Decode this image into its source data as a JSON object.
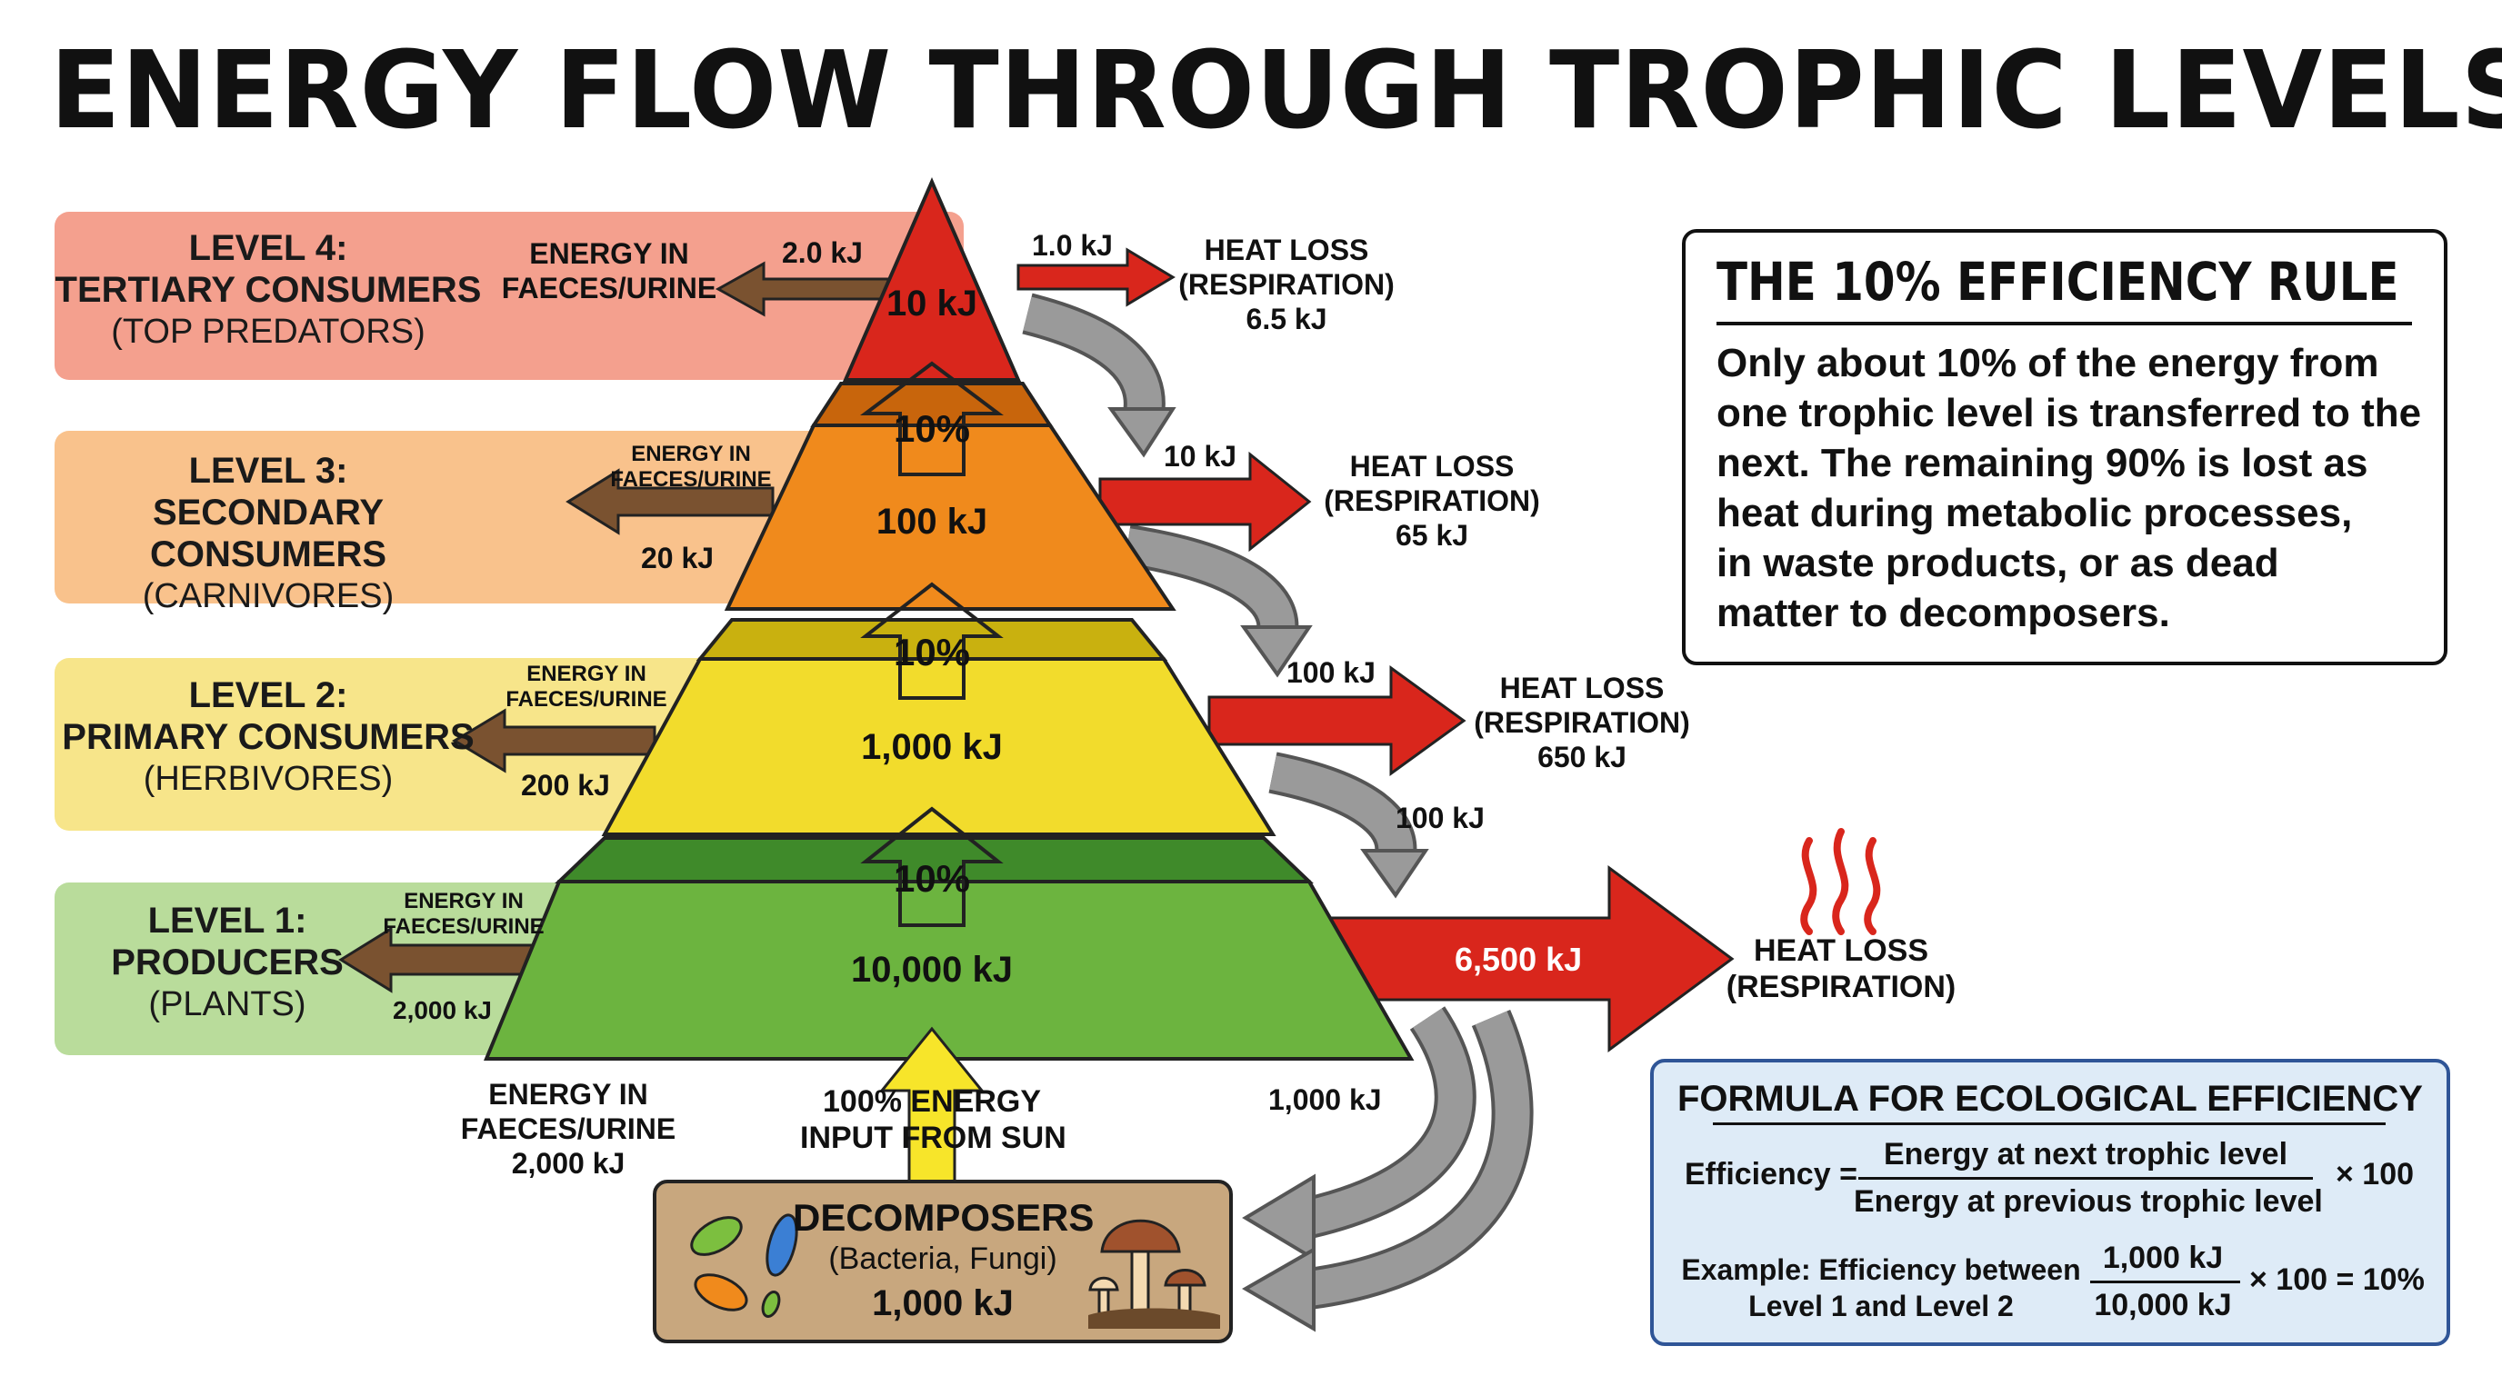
{
  "title": "ENERGY FLOW THROUGH TROPHIC LEVELS",
  "levels": [
    {
      "name": "LEVEL 4:",
      "role": "TERTIARY CONSUMERS",
      "sub": "(TOP PREDATORS)",
      "energy": "10 kJ",
      "faeces_label": "ENERGY IN FAECES/URINE",
      "faeces_value": "2.0 kJ",
      "heat_value": "1.0 kJ",
      "heat_label_1": "HEAT LOSS",
      "heat_label_2": "(RESPIRATION)",
      "heat_total": "6.5 kJ",
      "color": "#f4a08e"
    },
    {
      "name": "LEVEL 3:",
      "role": "SECONDARY CONSUMERS",
      "sub": "(CARNIVORES)",
      "energy": "100 kJ",
      "faeces_label_1": "ENERGY IN",
      "faeces_label_2": "FAECES/URINE",
      "faeces_value": "20 kJ",
      "heat_value": "10 kJ",
      "heat_label_1": "HEAT LOSS",
      "heat_label_2": "(RESPIRATION)",
      "heat_total": "65 kJ",
      "color": "#f9c28c"
    },
    {
      "name": "LEVEL 2:",
      "role": "PRIMARY CONSUMERS",
      "sub": "(HERBIVORES)",
      "energy": "1,000 kJ",
      "faeces_label_1": "ENERGY IN",
      "faeces_label_2": "FAECES/URINE",
      "faeces_value": "200 kJ",
      "heat_value": "100 kJ",
      "heat_label_1": "HEAT LOSS",
      "heat_label_2": "(RESPIRATION)",
      "heat_total": "650 kJ",
      "color": "#f7e58a"
    },
    {
      "name": "LEVEL 1:",
      "role": "PRODUCERS",
      "sub": "(PLANTS)",
      "energy": "10,000 kJ",
      "faeces_label_1": "ENERGY IN",
      "faeces_label_2": "FAECES/URINE",
      "faeces_value": "2,000 kJ",
      "heat_value": "6,500 kJ",
      "heat_label_1": "HEAT LOSS",
      "heat_label_2": "(RESPIRATION)",
      "color": "#b9dc9b"
    }
  ],
  "transfer_percent": "10%",
  "decomposer_flows": [
    "100 kJ",
    "1,000 kJ"
  ],
  "bottom_faeces": {
    "line1": "ENERGY IN",
    "line2": "FAECES/URINE",
    "value": "2,000 kJ"
  },
  "sun_input": {
    "line1": "100% ENERGY",
    "line2": "INPUT FROM SUN"
  },
  "decomposers": {
    "title": "DECOMPOSERS",
    "sub": "(Bacteria, Fungi)",
    "value": "1,000 kJ"
  },
  "rule": {
    "title": "THE 10% EFFICIENCY RULE",
    "lines": [
      "Only about 10% of the energy from",
      "one trophic level is transferred to the",
      "next. The remaining 90% is lost as",
      "heat during metabolic processes,",
      "in waste products, or as dead",
      "matter to decomposers."
    ]
  },
  "formula": {
    "title": "FORMULA FOR ECOLOGICAL EFFICIENCY",
    "lhs": "Efficiency =",
    "numerator": "Energy at next trophic level",
    "denominator": "Energy at previous trophic level",
    "times": "× 100",
    "example_1": "Example: Efficiency between",
    "example_2": "Level 1 and Level 2",
    "ex_num": "1,000 kJ",
    "ex_den": "10,000 kJ",
    "ex_result": "× 100 = 10%"
  },
  "colors": {
    "red": "#d9261c",
    "orange": "#f08a1c",
    "yellow": "#f2dc2c",
    "green": "#6cb43f",
    "brown": "#7a5230",
    "grey": "#8a8a8a",
    "decomposer_bg": "#c8a77e"
  }
}
